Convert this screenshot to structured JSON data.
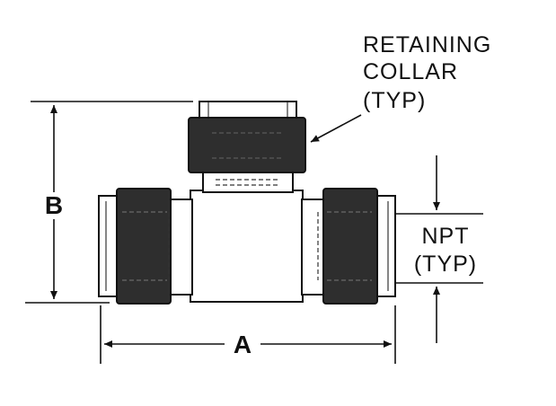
{
  "labels": {
    "retaining_collar_line1": "RETAINING",
    "retaining_collar_line2": "COLLAR",
    "retaining_collar_line3": "(TYP)",
    "npt_line1": "NPT",
    "npt_line2": "(TYP)",
    "dim_a": "A",
    "dim_b": "B"
  },
  "colors": {
    "collar": "#2e2e2e",
    "line": "#111111",
    "background": "#ffffff"
  }
}
